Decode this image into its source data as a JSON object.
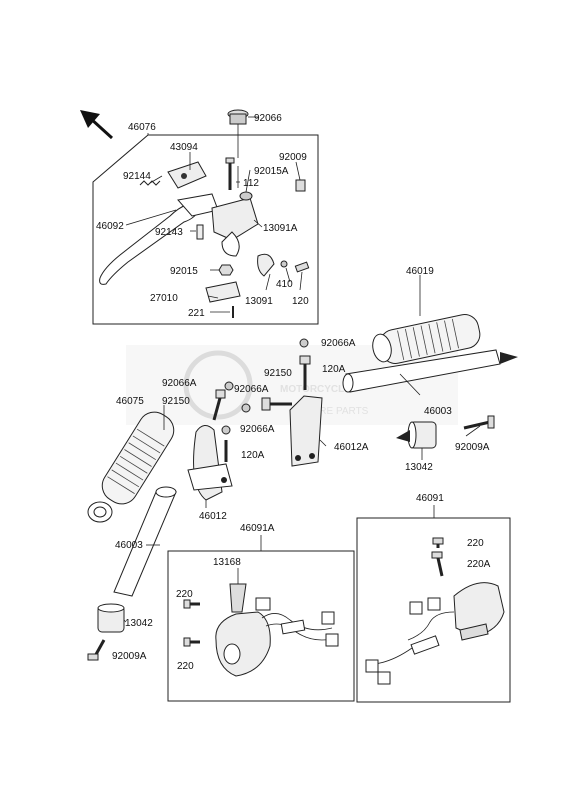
{
  "watermark": {
    "line1": "MOTORCYCLE",
    "line2": "SPARE PARTS"
  },
  "labels": [
    {
      "id": "46076",
      "text": "46076"
    },
    {
      "id": "92066",
      "text": "92066"
    },
    {
      "id": "43094",
      "text": "43094"
    },
    {
      "id": "92015A",
      "text": "92015A"
    },
    {
      "id": "92009",
      "text": "92009"
    },
    {
      "id": "92144",
      "text": "92144"
    },
    {
      "id": "112",
      "text": "112"
    },
    {
      "id": "46092",
      "text": "46092"
    },
    {
      "id": "92143",
      "text": "92143"
    },
    {
      "id": "13091A",
      "text": "13091A"
    },
    {
      "id": "92015",
      "text": "92015"
    },
    {
      "id": "410",
      "text": "410"
    },
    {
      "id": "27010",
      "text": "27010"
    },
    {
      "id": "13091",
      "text": "13091"
    },
    {
      "id": "120",
      "text": "120"
    },
    {
      "id": "221",
      "text": "221"
    },
    {
      "id": "46019",
      "text": "46019"
    },
    {
      "id": "92066A-a",
      "text": "92066A"
    },
    {
      "id": "92150-a",
      "text": "92150"
    },
    {
      "id": "120A-a",
      "text": "120A"
    },
    {
      "id": "92066A-b",
      "text": "92066A"
    },
    {
      "id": "92066A-c",
      "text": "92066A"
    },
    {
      "id": "92150-b",
      "text": "92150"
    },
    {
      "id": "46003-a",
      "text": "46003"
    },
    {
      "id": "46075",
      "text": "46075"
    },
    {
      "id": "92066A-d",
      "text": "92066A"
    },
    {
      "id": "46012A",
      "text": "46012A"
    },
    {
      "id": "120A-b",
      "text": "120A"
    },
    {
      "id": "13042-a",
      "text": "13042"
    },
    {
      "id": "92009A-a",
      "text": "92009A"
    },
    {
      "id": "46012",
      "text": "46012"
    },
    {
      "id": "46003-b",
      "text": "46003"
    },
    {
      "id": "46091A",
      "text": "46091A"
    },
    {
      "id": "46091",
      "text": "46091"
    },
    {
      "id": "13168",
      "text": "13168"
    },
    {
      "id": "220-a",
      "text": "220"
    },
    {
      "id": "220A",
      "text": "220A"
    },
    {
      "id": "220-b",
      "text": "220"
    },
    {
      "id": "220-c",
      "text": "220"
    },
    {
      "id": "13042-b",
      "text": "13042"
    },
    {
      "id": "92009A-b",
      "text": "92009A"
    }
  ]
}
